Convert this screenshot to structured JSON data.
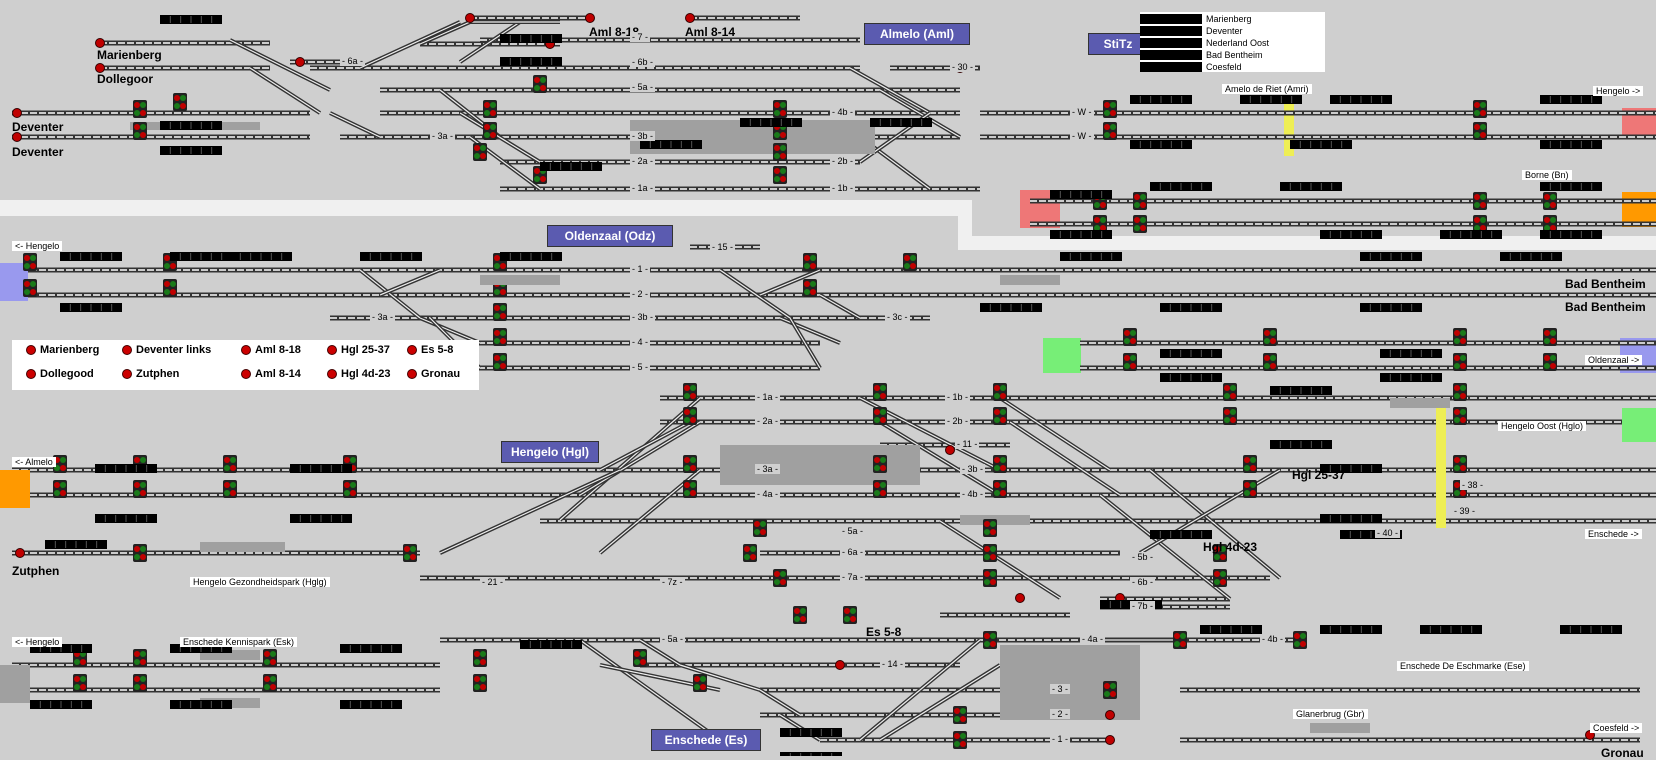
{
  "stations": {
    "almelo": "Almelo (Aml)",
    "stitz": "StiTz",
    "oldenzaal": "Oldenzaal (Odz)",
    "hengelo": "Hengelo (Hgl)",
    "enschede": "Enschede (Es)"
  },
  "places": {
    "marienberg": "Marienberg",
    "dollegoor": "Dollegoor",
    "deventer1": "Deventer",
    "deventer2": "Deventer",
    "zutphen": "Zutphen",
    "bad_bentheim1": "Bad Bentheim",
    "bad_bentheim2": "Bad Bentheim",
    "gronau": "Gronau",
    "aml818": "Aml 8-18",
    "aml814": "Aml 8-14",
    "hgl2537": "Hgl 25-37",
    "hgl4d23": "Hgl 4d-23",
    "es58": "Es 5-8"
  },
  "small_labels": {
    "almelo_de_riet": "Amelo de Riet (Amri)",
    "borne": "Borne (Bn)",
    "hengelo_gez": "Hengelo Gezondheidspark (Hglg)",
    "enschede_kennispark": "Enschede Kennispark (Esk)",
    "enschede_eschmarke": "Enschede De Eschmarke (Ese)",
    "glanerbrug": "Glanerbrug (Gbr)",
    "hengelo_oost": "Hengelo Oost (Hglo)"
  },
  "directions": {
    "hengelo_right": "Hengelo ->",
    "hengelo_left1": "<- Hengelo",
    "almelo_left": "<- Almelo",
    "hengelo_left2": "<- Hengelo",
    "oldenzaal_right": "Oldenzaal ->",
    "enschede_right": "Enschede ->",
    "coesfeld_right": "Coesfeld ->"
  },
  "legend": {
    "items": [
      "Marienberg",
      "Deventer links",
      "Aml 8-18",
      "Hgl 25-37",
      "Es 5-8",
      "Dollegood",
      "Zutphen",
      "Aml 8-14",
      "Hgl 4d-23",
      "Gronau"
    ]
  },
  "status_box": {
    "items": [
      "Marienberg",
      "Deventer",
      "Nederland Oost",
      "Bad Bentheim",
      "Coesfeld"
    ]
  },
  "tracks": {
    "almelo": [
      "7",
      "6b",
      "6a",
      "5a",
      "4b",
      "3a",
      "3b",
      "2a",
      "2b",
      "1a",
      "1b",
      "30"
    ],
    "oldenzaal": [
      "15",
      "1",
      "2",
      "3a",
      "3b",
      "3c",
      "4",
      "5"
    ],
    "hengelo": [
      "1a",
      "1b",
      "2a",
      "2b",
      "11",
      "3a",
      "3b",
      "4a",
      "4b",
      "38",
      "39",
      "40",
      "5a",
      "5b",
      "6a",
      "6b",
      "7a",
      "7b",
      "7z",
      "21"
    ],
    "enschede": [
      "5a",
      "4a",
      "4b",
      "14",
      "3",
      "2",
      "1"
    ],
    "w_tracks": [
      "W",
      "W"
    ]
  },
  "colors": {
    "background": "#cfcfcf",
    "station_box": "#5b5bb0",
    "signal_red": "#c00000",
    "signal_green": "#1a7a1a",
    "track": "#ffffff",
    "platform": "#a0a0a0",
    "block": "#000000",
    "occupied_red": "#ee7777",
    "occupied_orange": "#ff9900",
    "occupied_green": "#77ee77",
    "occupied_blue": "#9999ee",
    "occupied_yellow": "#eeee55"
  }
}
